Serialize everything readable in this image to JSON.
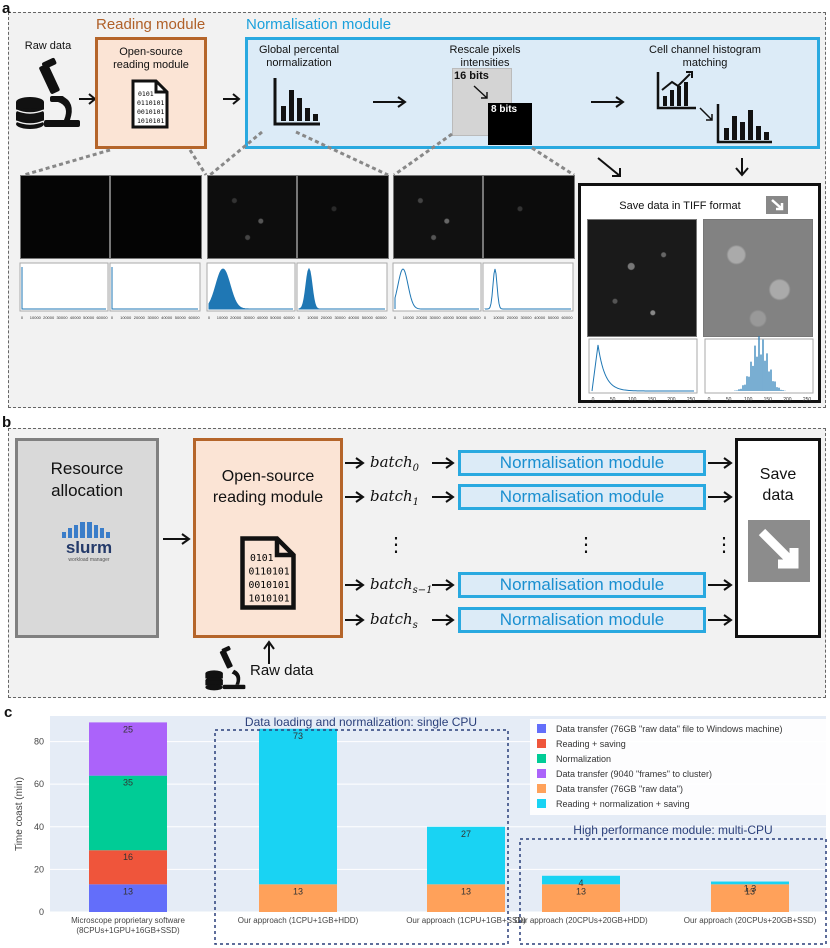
{
  "panel_a": {
    "label": "a",
    "raw_data_label": "Raw data",
    "reading_module_title": "Reading module",
    "reading_module_text": "Open-source\nreading module",
    "normalisation_module_title": "Normalisation module",
    "step1_text": "Global percental\nnormalization",
    "step2_text": "Rescale pixels\nintensities",
    "bits16": "16 bits",
    "bits8": "8 bits",
    "step3_text": "Cell channel histogram\nmatching",
    "save_title": "Save data in TIFF format",
    "binary_glyphs": "0101\n0110101\n0010101\n1010101",
    "hist_ticks_wide": [
      "0",
      "10000",
      "20000",
      "30000",
      "40000",
      "50000",
      "60000"
    ],
    "hist_ticks_8bit": [
      "0",
      "50",
      "100",
      "150",
      "200",
      "250"
    ]
  },
  "panel_b": {
    "label": "b",
    "resource_text": "Resource\nallocation",
    "slurm_text": "slurm",
    "slurm_sub": "workload manager",
    "reading_text": "Open-source\nreading module",
    "raw_data_label": "Raw data",
    "batches": [
      {
        "name": "batch",
        "sub": "0"
      },
      {
        "name": "batch",
        "sub": "1"
      },
      {
        "name": "batch",
        "sub": "s−1"
      },
      {
        "name": "batch",
        "sub": "s"
      }
    ],
    "norm_label": "Normalisation module",
    "save_text": "Save\ndata",
    "ellipsis": "⋮"
  },
  "panel_c": {
    "label": "c",
    "colors": {
      "transfer_windows": "#636efa",
      "reading_saving": "#ef553b",
      "normalization": "#00cc96",
      "transfer_cluster": "#ab63fa",
      "transfer_raw": "#ffa15a",
      "read_norm_save": "#19d3f3"
    }
  },
  "chart_data": {
    "type": "bar",
    "stacked": true,
    "ylabel": "Time coast (min)",
    "ylim": [
      0,
      92
    ],
    "yticks": [
      0,
      20,
      40,
      60,
      80
    ],
    "categories": [
      "Microscope proprietary software\n(8CPUs+1GPU+16GB+SSD)",
      "Our approach (1CPU+1GB+HDD)",
      "Our approach (1CPU+1GB+SSD)",
      "Our approach (20CPUs+20GB+HDD)",
      "Our approach (20CPUs+20GB+SSD)"
    ],
    "series": [
      {
        "name": "Data transfer (76GB \"raw data\" file to Windows machine)",
        "color": "#636efa",
        "values": [
          13,
          0,
          0,
          0,
          0
        ]
      },
      {
        "name": "Reading + saving",
        "color": "#ef553b",
        "values": [
          16,
          0,
          0,
          0,
          0
        ]
      },
      {
        "name": "Normalization",
        "color": "#00cc96",
        "values": [
          35,
          0,
          0,
          0,
          0
        ]
      },
      {
        "name": "Data transfer (9040 \"frames\" to cluster)",
        "color": "#ab63fa",
        "values": [
          25,
          0,
          0,
          0,
          0
        ]
      },
      {
        "name": "Data transfer (76GB \"raw data\")",
        "color": "#ffa15a",
        "values": [
          0,
          13,
          13,
          13,
          13
        ]
      },
      {
        "name": "Reading + normalization + saving",
        "color": "#19d3f3",
        "values": [
          0,
          73,
          27,
          4,
          1.3
        ]
      }
    ],
    "annotations": [
      "Data loading and normalization: single CPU",
      "High performance module: multi-CPU"
    ]
  }
}
